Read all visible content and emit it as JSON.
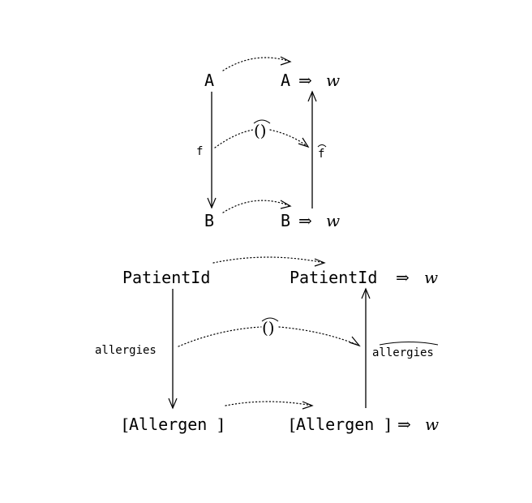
{
  "top_diagram": {
    "node_a": "A",
    "node_b": "B",
    "node_a_fn": "A",
    "node_b_fn": "B",
    "arrow_symbol": "⇒",
    "var_w": "w",
    "label_f": "f",
    "label_f_hat": "f",
    "label_paren": "()"
  },
  "bottom_diagram": {
    "node_patient": "PatientId",
    "node_patient_fn": "PatientId",
    "node_allergen": "Allergen",
    "node_allergen_fn": "Allergen",
    "bracket_open": "[",
    "bracket_close": "]",
    "arrow_symbol": "⇒",
    "var_w": "w",
    "label_allergies": "allergies",
    "label_allergies_hat": "allergies",
    "label_paren": "()"
  }
}
